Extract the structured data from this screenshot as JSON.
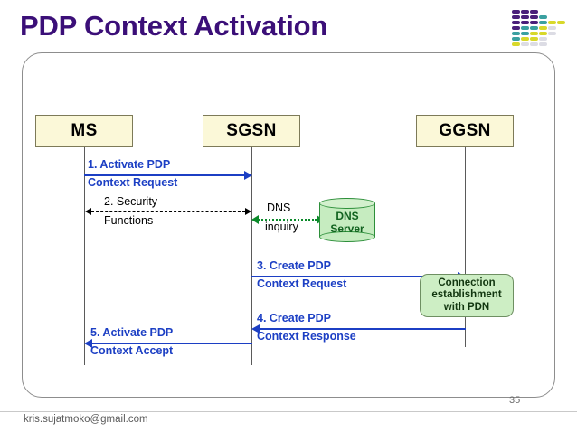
{
  "slide": {
    "title": "PDP Context Activation",
    "page_number": "35",
    "footer_email": "kris.sujatmoko@gmail.com"
  },
  "colors": {
    "title": "#3b0f78",
    "message_blue": "#1c3fc4",
    "dns_green": "#11621f",
    "note_green_fill": "#cdeec4",
    "node_fill": "#fbf8d8",
    "frame_border": "#8d8d8d"
  },
  "logo": {
    "name": "dash-grid-logo",
    "palette": [
      "#4a1f7a",
      "#3aa0a0",
      "#d8d82a",
      "#dcdce4"
    ],
    "cells": [
      [
        "#4a1f7a",
        "#4a1f7a",
        "#4a1f7a",
        "#ffffff",
        "#ffffff",
        "#ffffff"
      ],
      [
        "#4a1f7a",
        "#4a1f7a",
        "#4a1f7a",
        "#3aa0a0",
        "#ffffff",
        "#ffffff"
      ],
      [
        "#4a1f7a",
        "#4a1f7a",
        "#4a1f7a",
        "#3aa0a0",
        "#d8d82a",
        "#d8d82a"
      ],
      [
        "#4a1f7a",
        "#3aa0a0",
        "#3aa0a0",
        "#d8d82a",
        "#dcdce4",
        "#ffffff"
      ],
      [
        "#3aa0a0",
        "#3aa0a0",
        "#d8d82a",
        "#d8d82a",
        "#dcdce4",
        "#ffffff"
      ],
      [
        "#3aa0a0",
        "#d8d82a",
        "#d8d82a",
        "#dcdce4",
        "#ffffff",
        "#ffffff"
      ],
      [
        "#d8d82a",
        "#dcdce4",
        "#dcdce4",
        "#dcdce4",
        "#ffffff",
        "#ffffff"
      ]
    ]
  },
  "diagram": {
    "type": "sequence-diagram",
    "nodes": [
      {
        "id": "ms",
        "label": "MS"
      },
      {
        "id": "sgsn",
        "label": "SGSN"
      },
      {
        "id": "ggsn",
        "label": "GGSN"
      }
    ],
    "external": {
      "dns_server": {
        "label_line1": "DNS",
        "label_line2": "Server"
      },
      "dns_inquiry": {
        "label_line1": "DNS",
        "label_line2": "inquiry"
      },
      "connection_note": {
        "line1": "Connection",
        "line2": "establishment",
        "line3": "with PDN"
      }
    },
    "messages": [
      {
        "seq": "1",
        "line1": "1. Activate PDP",
        "line2": "Context Request",
        "from": "ms",
        "to": "sgsn",
        "direction": "right",
        "style": "solid",
        "color": "#1c3fc4"
      },
      {
        "seq": "2",
        "line1": "2. Security",
        "line2": "Functions",
        "from": "ms",
        "to": "sgsn",
        "direction": "both",
        "style": "dashed",
        "color": "#000000"
      },
      {
        "seq": "dns",
        "line1": "DNS",
        "line2": "inquiry",
        "from": "sgsn",
        "to": "dns_server",
        "direction": "both",
        "style": "dotted",
        "color": "#0b8a2a"
      },
      {
        "seq": "3",
        "line1": "3. Create PDP",
        "line2": "Context Request",
        "from": "sgsn",
        "to": "ggsn",
        "direction": "right",
        "style": "solid",
        "color": "#1c3fc4"
      },
      {
        "seq": "4",
        "line1": "4. Create PDP",
        "line2": "Context Response",
        "from": "ggsn",
        "to": "sgsn",
        "direction": "left",
        "style": "solid",
        "color": "#1c3fc4"
      },
      {
        "seq": "5",
        "line1": "5. Activate PDP",
        "line2": "Context Accept",
        "from": "sgsn",
        "to": "ms",
        "direction": "left",
        "style": "solid",
        "color": "#1c3fc4"
      }
    ]
  }
}
